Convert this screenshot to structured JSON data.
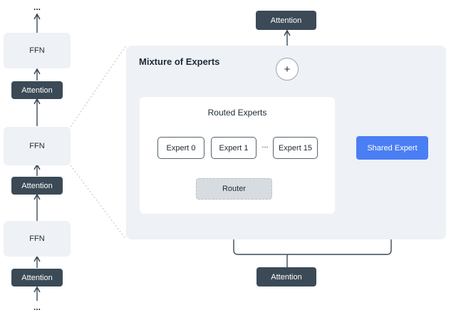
{
  "stack": {
    "top_dots": "...",
    "bottom_dots": "...",
    "ffn_labels": [
      "FFN",
      "FFN",
      "FFN"
    ],
    "attention_labels": [
      "Attention",
      "Attention",
      "Attention"
    ]
  },
  "moe": {
    "title": "Mixture of Experts",
    "plus_symbol": "+",
    "attention_top": "Attention",
    "attention_bottom": "Attention",
    "routed": {
      "title": "Routed Experts",
      "experts": [
        "Expert 0",
        "Expert 1",
        "Expert 15"
      ],
      "ellipsis": "...",
      "router": "Router"
    },
    "shared_expert": "Shared Expert"
  },
  "colors": {
    "dark_box": "#3b4a56",
    "shared_expert": "#4a7ef3",
    "panel": "#eef1f5",
    "line": "#3b4a56"
  }
}
